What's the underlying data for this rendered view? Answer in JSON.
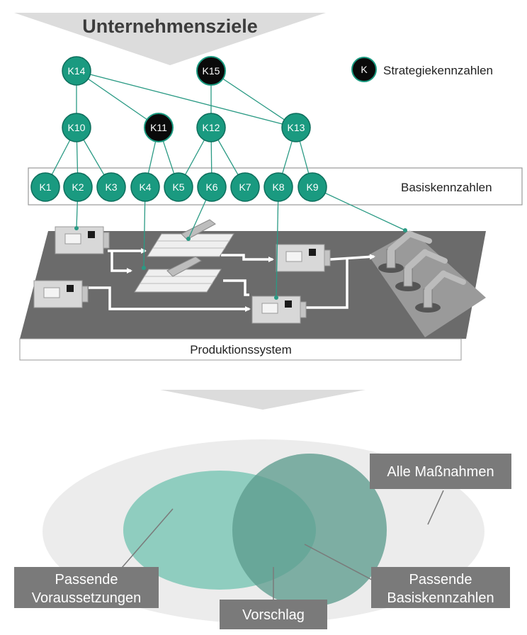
{
  "title": "Unternehmensziele",
  "legend": {
    "symbol": "K",
    "label": "Strategiekennzahlen"
  },
  "basis_label": "Basiskennzahlen",
  "production_label": "Produktionssystem",
  "nodes": {
    "K1": "K1",
    "K2": "K2",
    "K3": "K3",
    "K4": "K4",
    "K5": "K5",
    "K6": "K6",
    "K7": "K7",
    "K8": "K8",
    "K9": "K9",
    "K10": "K10",
    "K11": "K11",
    "K12": "K12",
    "K13": "K13",
    "K14": "K14",
    "K15": "K15"
  },
  "sets": {
    "alle": "Alle Maßnahmen",
    "voraussetzungen": [
      "Passende",
      "Voraussetzungen"
    ],
    "basis": [
      "Passende",
      "Basiskennzahlen"
    ],
    "vorschlag": "Vorschlag"
  },
  "colors": {
    "node_teal": "#1a9a80",
    "node_black": "#0a0a0a",
    "link": "#2a9a84",
    "production_floor": "#6b6b6b",
    "arrow_grey": "#dcdcdc",
    "label_box": "#7a7a7a",
    "ellipse_outer": "#ececec",
    "ellipse_left": "#8fcdbf",
    "ellipse_right": "#5e9c8e"
  }
}
